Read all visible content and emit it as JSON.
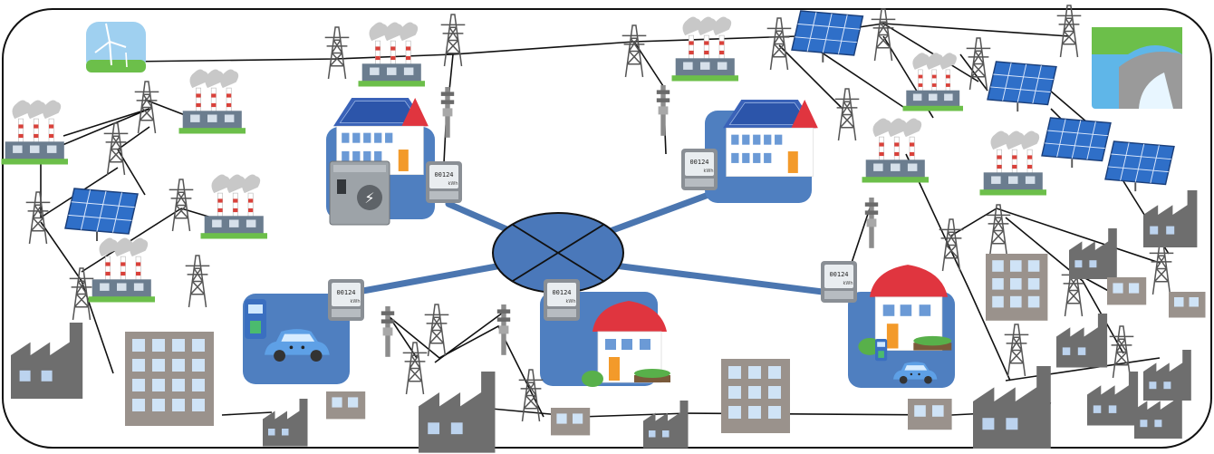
{
  "colors": {
    "frame": "#111111",
    "link": "#4b76b0",
    "hub": "#4a78ba",
    "panel": "#4f7fc0",
    "solar": "#2f6fc8",
    "factory": "#6e6e6e",
    "office": "#9a928c",
    "roof_blue": "#3a62b8",
    "roof_red": "#e0353f",
    "house_wall": "#ffffff",
    "door": "#f39a2a",
    "smoke": "#c8c8c8",
    "stripe": "#d9413a",
    "tower": "#555555",
    "tree": "#58b04a",
    "wind_sky": "#9fd0f0",
    "car": "#5ea0e6",
    "battery": "#9da3a8",
    "dam_wall": "#9a9a9a",
    "water": "#5fb6e8",
    "grass": "#6cbf4a"
  },
  "icons": {
    "hub": "network-hub-icon",
    "meter": "smart-meter-icon",
    "house_solar": "house-with-solar-icon",
    "house_red": "house-icon",
    "ev": "electric-vehicle-icon",
    "charger": "ev-charger-icon",
    "battery": "storage-battery-icon",
    "factory": "factory-icon",
    "power_plant": "power-plant-icon",
    "solar_panel": "solar-panel-icon",
    "wind_turbine": "wind-turbine-icon",
    "dam": "hydro-dam-icon",
    "tower": "transmission-tower-icon",
    "pole": "utility-pole-icon",
    "office": "office-building-icon"
  },
  "meters": [
    {
      "reading": "00124",
      "unit": "kWh"
    },
    {
      "reading": "00124",
      "unit": "kWh"
    },
    {
      "reading": "00124",
      "unit": "kWh"
    },
    {
      "reading": "00124",
      "unit": "kWh"
    },
    {
      "reading": "00124",
      "unit": "kWh"
    }
  ],
  "charger_symbol": "⚡"
}
